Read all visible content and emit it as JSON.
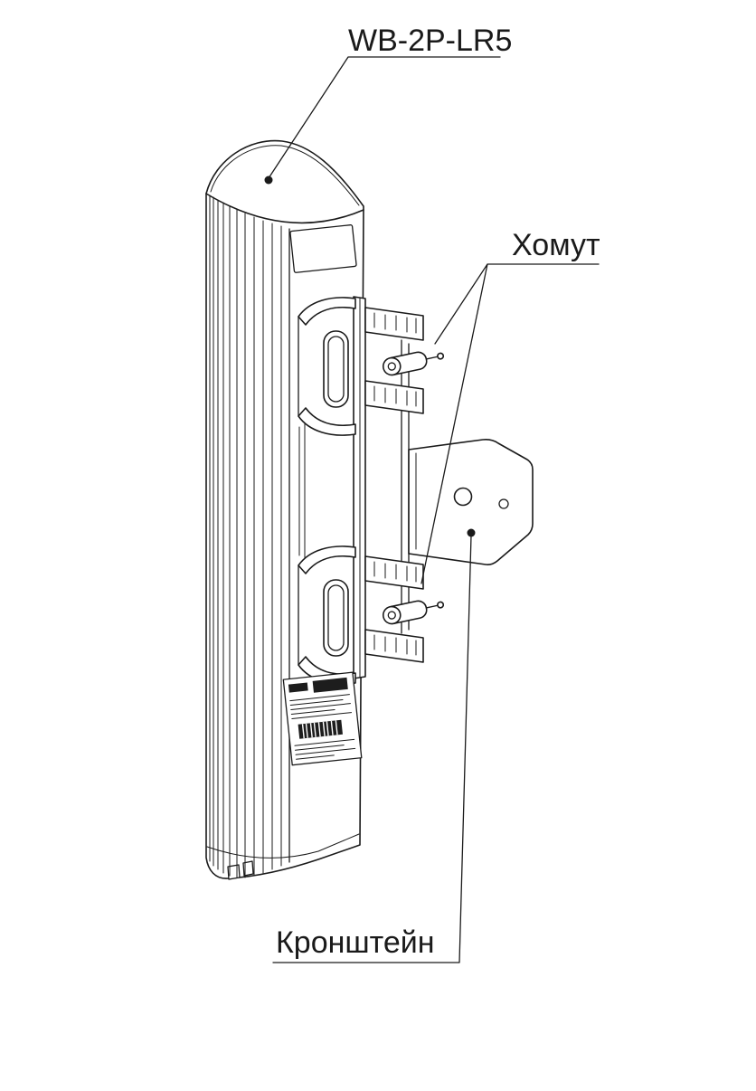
{
  "diagram": {
    "device_model": "WB-2P-LR5",
    "callouts": [
      {
        "label": "WB-2P-LR5",
        "target": "device-top"
      },
      {
        "label": "Хомут",
        "target": "pole-clamps"
      },
      {
        "label": "Кронштейн",
        "target": "mounting-bracket"
      }
    ],
    "colors": {
      "line": "#1a1a1a",
      "background": "#ffffff"
    }
  }
}
